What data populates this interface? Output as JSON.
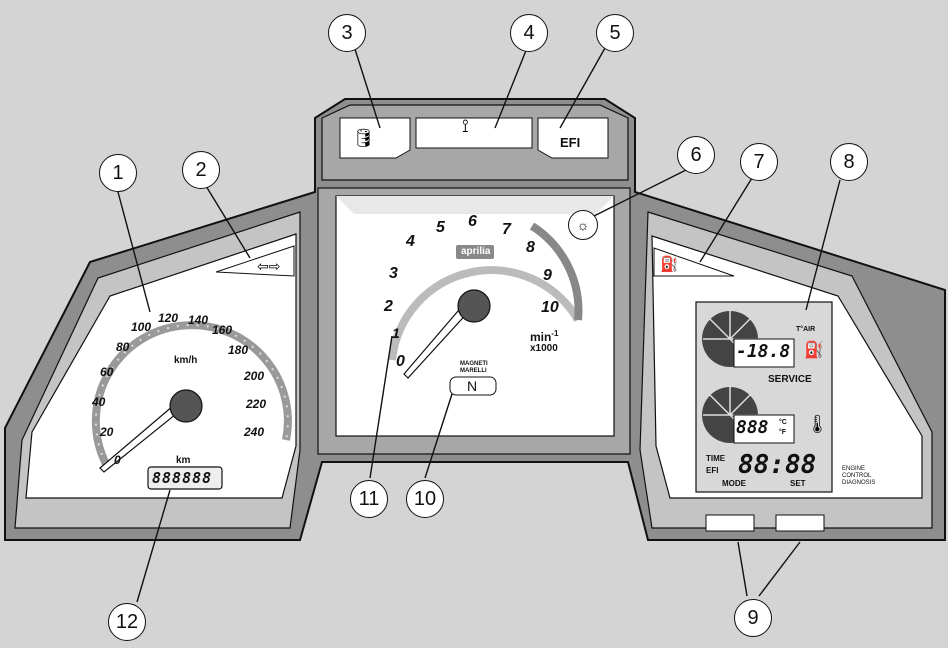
{
  "callouts": [
    "1",
    "2",
    "3",
    "4",
    "5",
    "6",
    "7",
    "8",
    "9",
    "10",
    "11",
    "12"
  ],
  "speedometer": {
    "unit": "km/h",
    "scale": [
      "0",
      "20",
      "40",
      "60",
      "80",
      "100",
      "120",
      "140",
      "160",
      "180",
      "200",
      "220",
      "240"
    ],
    "odometer_unit": "km",
    "odometer_display": "888888"
  },
  "tachometer": {
    "scale": [
      "0",
      "1",
      "2",
      "3",
      "4",
      "5",
      "6",
      "7",
      "8",
      "9",
      "10"
    ],
    "brand": "aprilia",
    "unit_line1": "min",
    "unit_exp": "-1",
    "unit_line2": "x1000",
    "maker_line1": "MAGNETI",
    "maker_line2": "MARELLI",
    "gear_display": "N"
  },
  "warning_lights": {
    "efi": "EFI"
  },
  "lcd": {
    "air_label": "T°AIR",
    "upper_display": "-18.8",
    "service_label": "SERVICE",
    "lower_display": "888",
    "temp_unit_c": "°C",
    "temp_unit_f": "°F",
    "time_label": "TIME",
    "efi_label": "EFI",
    "clock_display": "88:88",
    "mode_label": "MODE",
    "set_label": "SET"
  },
  "engine_diag": {
    "line1": "ENGINE",
    "line2": "CONTROL",
    "line3": "DIAGNOSIS"
  },
  "icons": [
    "turn-signal-icon",
    "oil-pressure-icon",
    "side-stand-icon",
    "headlight-icon",
    "fuel-pump-icon",
    "coolant-temperature-icon"
  ]
}
